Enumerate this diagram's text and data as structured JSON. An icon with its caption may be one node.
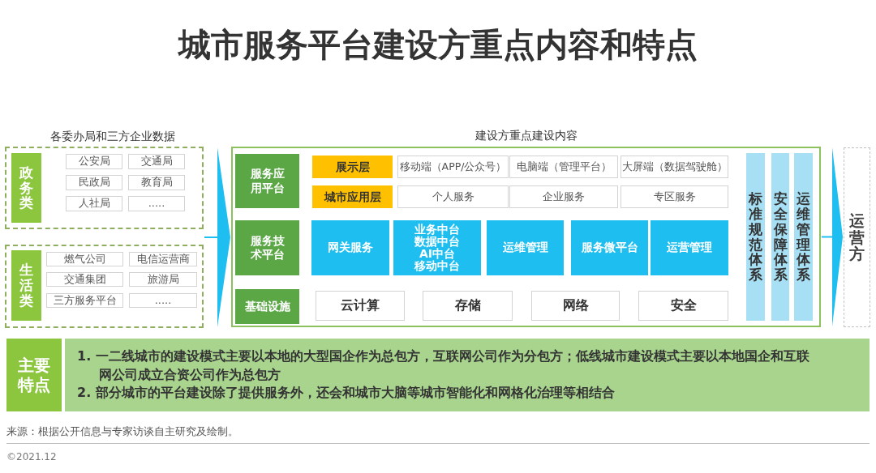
{
  "diagram": {
    "title": "城市服务平台建设方重点内容和特点",
    "nodes": [
      {
        "text": [],
        "shape": "box"
      },
      {
        "text": [
          "政务类"
        ],
        "in": 0
      },
      {
        "text": [
          "公安局"
        ],
        "in": 0
      },
      {
        "text": [
          "交通局"
        ],
        "in": 0
      },
      {
        "text": [
          "民政局"
        ],
        "in": 0
      },
      {
        "text": [
          "教育局"
        ],
        "in": 0
      },
      {
        "text": [
          "人社局"
        ],
        "in": 0
      },
      {
        "text": [
          "....."
        ],
        "in": 0
      },
      {
        "text": [],
        "shape": "box"
      },
      {
        "text": [
          "生活类"
        ],
        "in": 8
      },
      {
        "text": [
          "燃气公司"
        ],
        "in": 8
      },
      {
        "text": [
          "电信运营商"
        ],
        "in": 8
      },
      {
        "text": [
          "交通集团"
        ],
        "in": 8
      },
      {
        "text": [
          "旅游局"
        ],
        "in": 8
      },
      {
        "text": [
          "三方服务平台"
        ],
        "in": 8
      },
      {
        "text": [
          "....."
        ],
        "in": 8
      },
      {
        "text": [
          "建设方重点建设内容"
        ]
      },
      {
        "text": [
          "服务应用平台"
        ],
        "in": 16
      },
      {
        "text": [
          "展示层"
        ],
        "in": 16
      },
      {
        "text": [
          "移动端（APP/公众号）"
        ],
        "in": 16
      },
      {
        "text": [
          "电脑端（管理平台）"
        ],
        "in": 16
      },
      {
        "text": [
          "大屏端（数据驾驶舱）"
        ],
        "in": 16
      },
      {
        "text": [
          "城市应用层"
        ],
        "in": 16
      },
      {
        "text": [
          "个人服务"
        ],
        "in": 16
      },
      {
        "text": [
          "企业服务"
        ],
        "in": 16
      },
      {
        "text": [
          "专区服务"
        ],
        "in": 16
      },
      {
        "text": [
          "服务技术平台"
        ],
        "in": 16
      },
      {
        "text": [
          "网关服务"
        ],
        "in": 16
      },
      {
        "text": [
          "业务中台",
          "数据中台",
          "AI中台",
          "移动中台"
        ],
        "in": 16
      },
      {
        "text": [
          "运维管理"
        ],
        "in": 16
      },
      {
        "text": [
          "服务微平台"
        ],
        "in": 16
      },
      {
        "text": [
          "运营管理"
        ],
        "in": 16
      },
      {
        "text": [
          "基础设施"
        ],
        "in": 16
      },
      {
        "text": [
          "云计算"
        ],
        "in": 16
      },
      {
        "text": [
          "存储"
        ],
        "in": 16
      },
      {
        "text": [
          "网络"
        ],
        "in": 16
      },
      {
        "text": [
          "安全"
        ],
        "in": 16
      },
      {
        "text": [
          "标准规范体系"
        ],
        "in": 16
      },
      {
        "text": [
          "安全保障体系"
        ],
        "in": 16
      },
      {
        "text": [
          "运维管理体系"
        ],
        "in": 16
      },
      {
        "text": [
          "运营方"
        ]
      },
      {
        "text": [
          "主要特点"
        ]
      },
      {
        "text": [
          "1. 一二线城市的建设模式主要以本地的大型国企作为总包方，互联网公司作为分包方；低线城市建设模式主要以本地国企和互联网公司成立合资公司作为总包方",
          "2. 部分城市的平台建设除了提供服务外，还会和城市大脑等城市智能化和网格化治理等相结合"
        ]
      }
    ],
    "edges": [
      {
        "from": 0,
        "to": 16,
        "arrow": "to"
      },
      {
        "from": 8,
        "to": 16,
        "arrow": "to"
      },
      {
        "from": 16,
        "to": 40,
        "arrow": "to"
      }
    ],
    "labels": [
      "各委办局和三方企业数据",
      "来源：根据公开信息与专家访谈自主研究及绘制。",
      "©2021.12"
    ]
  }
}
